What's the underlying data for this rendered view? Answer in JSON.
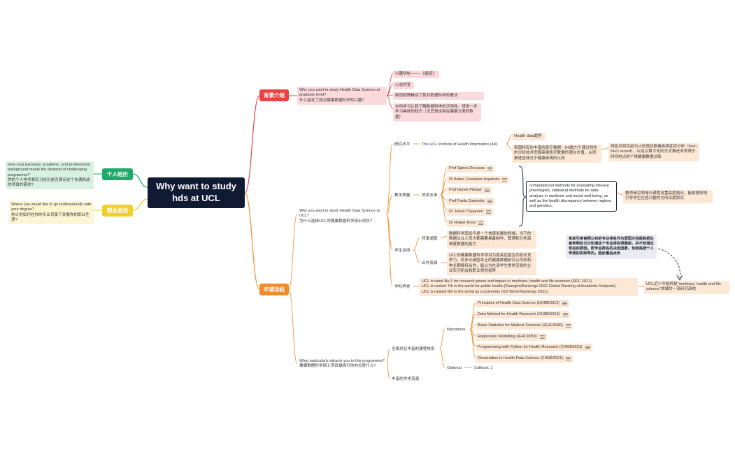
{
  "colors": {
    "root_bg": "#101a33",
    "red": "#e84343",
    "orange": "#f08c2a",
    "green": "#1ea86a",
    "yellow": "#f2d02a",
    "pink_bg": "#fcd9dc",
    "orange_bg": "#fde8d6",
    "green_bg": "#d8f1e3",
    "yellow_bg": "#fdf5d3",
    "note_bg": "#e9eaf2"
  },
  "root": {
    "title": "Why want to study\nhds at UCL"
  },
  "background": {
    "label": "背景介绍",
    "question": "Why you want to study Health Data Science at graduate level?\n什么激发了我对健康数据科学的兴趣?",
    "items": [
      "兴趣伊始 —— 《瘟疫》",
      "心态转变",
      "新冠疫情触动了我对数据科学的看法",
      "本科学习让我了解数据科学的泛用性，想进一步学习具体的知识（尤其是运用在健康方面的数据）"
    ]
  },
  "personal": {
    "label": "个人经历",
    "question": "How your personal, academic, and professional background meets the demand of challenging programme?\n你的个人学术和实习经历是否满足这个充满挑战的项目的需求?"
  },
  "career": {
    "label": "职业规划",
    "question": "Where you would like to go professionally with your degree?\n你计划如何在你的专业背景下发展你的职业生涯?"
  },
  "motivation": {
    "label": "申请动机",
    "q1": "Why you want to study Health Data Science at UCL?\n为什么选择UCL的健康数据科学硕士项目?",
    "research": {
      "label": "研究水平",
      "institute": "The UCL Institute of Health Informatics (IHI)",
      "health_data": "Health data趋势",
      "ihi_desc": "英国特有的丰富的医疗数据：IHI致力于通过领先的分析技术挖掘高维医疗数据的潜在价值，从而推进全球对于健康疾病的认知",
      "example": "例如对到目前为止的冠状病毒疾病症状分析（from NHS record），以及以数字化的方式推进非常限于时间地点的个体健康数据诊断"
    },
    "teaching": {
      "label": "教学质量",
      "faculty": "师资水准",
      "profs": [
        "Prof Spiros Denaxas",
        "Dr Arturo Gonzalez-Izquierdo",
        "Prof Hynek Pikhart",
        "Prof Paola Zaninotto",
        "Dr Johan Thygesen",
        "Dr Holger Kunz"
      ],
      "methods": "computational methods for evaluating disease phenotypes, statistical methods for data analysis in medicine and social well-being, as well as the health discrepancy between regions and genetics.",
      "methods_note": "教师研究领域与课程设置高度契合，能够更好地引导学生往感兴趣的方向深度探究"
    },
    "support": {
      "label": "学生支持",
      "bg_label": "背景涵盖",
      "bg_text": "数据科学现如今是一个快速发展的领域，当下的数据从业人员大都需要具备制作、管理和分析高维度数据的能力",
      "coop_label": "合作资源",
      "coop_text": "UCL的健康数据科学项目为提高应届生的就业竞争力，同多元英国本土的健康数据研究公司和机构长期保持合作，能以为在读学生提供宝贵的企业实习机会和职业规划指导"
    },
    "reputation": {
      "label": "学科声誉",
      "text": "UCL is rated No.1 for research power and impact in medicine, health and life sciences (REF 2021).\nUCL is ranked 7th in the world for public health (ShanghaiRankings 2022 Global Ranking of Academic Subjects).\nUCL is ranked 8th in the world as a university (QS World Rankings 2022).",
      "summary": "UCL近十年始终是“medicine, health and life science”领域的一流研究高校",
      "note": "单单引用官网公布的专业排名作为原因只怕是和招生官表明自己只知道这个专业排名很靠前，并不知道这背后的原因。即专业排名的决定因素，也就是按个人申请的实际导向，因此最后点出"
    },
    "q2": "What particularly attracts you to this programme?\n健康数据科学硕士项目最吸引你的点是什么?",
    "curriculum": {
      "label": "全面并且丰富的课程体系",
      "mandatory": "Mandatory",
      "courses": [
        "Principles of Health Data Science (CHME0012)",
        "Data Method for Health Research (CHME0013)",
        "Basic Statistics for Medical Sciences (IEHC0046)",
        "Regression Modelling (IEHC0050)",
        "Programming with Python for Health Research (CHME0031)",
        "Dissertation in Health Data Science (CHME0021)"
      ],
      "optional": "Optional",
      "optional_topic": "Subtopic 1"
    },
    "academic": "丰富的学术资源"
  }
}
